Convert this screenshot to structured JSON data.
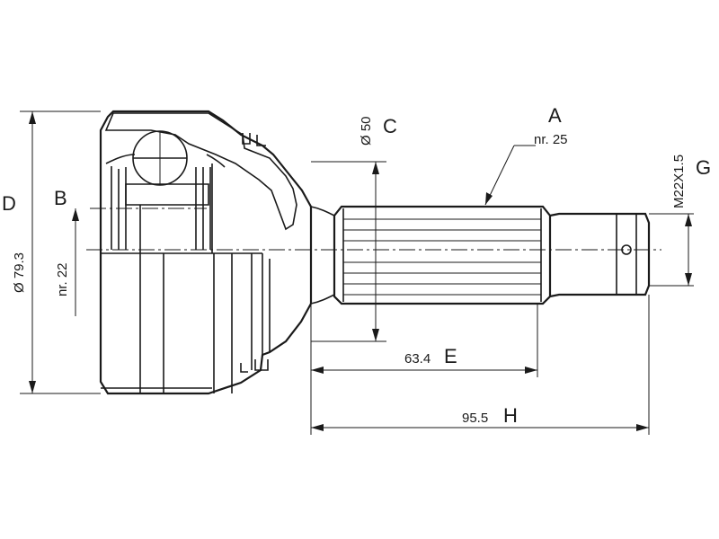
{
  "labels": {
    "A": "A",
    "B": "B",
    "C": "C",
    "D": "D",
    "E": "E",
    "G": "G",
    "H": "H"
  },
  "values": {
    "spline_count_outer": "nr. 25",
    "spline_count_inner": "nr. 22",
    "outer_diameter": "Ø 79.3",
    "seal_diameter": "Ø 50",
    "thread": "M22X1.5",
    "shaft_length": "63.4",
    "total_length": "95.5"
  },
  "colors": {
    "line": "#1a1a1a",
    "background": "#ffffff"
  }
}
